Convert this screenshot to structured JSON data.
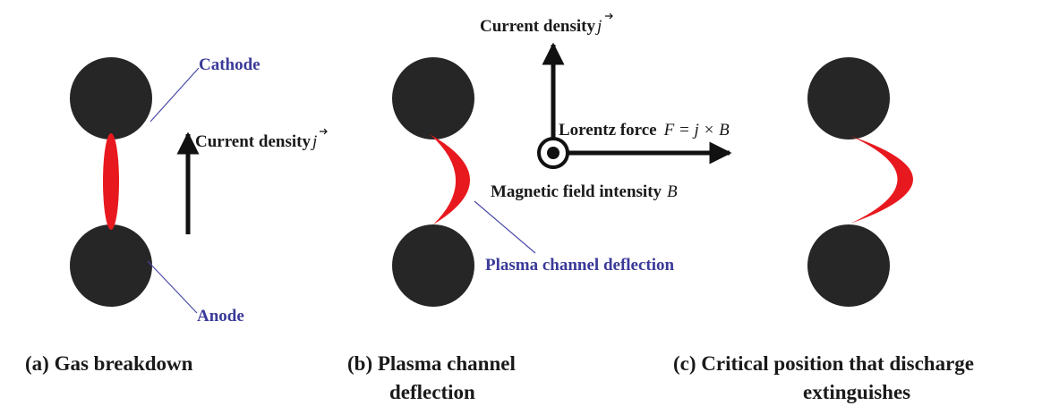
{
  "panel_a": {
    "cathode_label": "Cathode",
    "anode_label": "Anode",
    "current_label": "Current density",
    "current_symbol": "j",
    "caption": "(a) Gas breakdown"
  },
  "panel_b": {
    "current_label": "Current density",
    "current_symbol": "j",
    "lorentz_label": "Lorentz force",
    "lorentz_formula": "F = j × B",
    "magnetic_label": "Magnetic field intensity",
    "magnetic_symbol": "B",
    "plasma_label": "Plasma channel deflection",
    "caption_line1": "(b) Plasma channel",
    "caption_line2": "deflection"
  },
  "panel_c": {
    "caption_line1": "(c) Critical position that discharge",
    "caption_line2": "extinguishes"
  },
  "colors": {
    "electrode": "#262626",
    "plasma": "#e8191e",
    "label_blue": "#3a3a9a",
    "leader": "#4a4aa8",
    "arrow": "#111111"
  }
}
